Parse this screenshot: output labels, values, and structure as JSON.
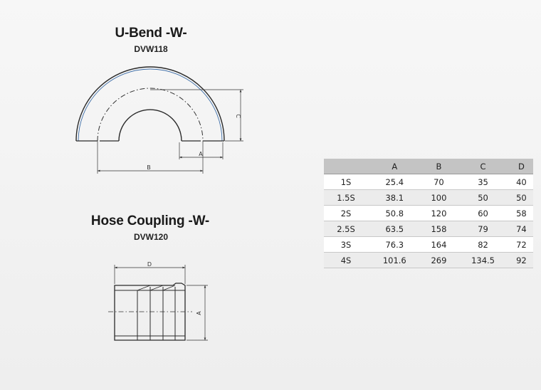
{
  "ubend": {
    "title": "U-Bend -W-",
    "code": "DVW118",
    "dim_a": "A",
    "dim_b": "B",
    "dim_c": "C"
  },
  "coupling": {
    "title": "Hose Coupling -W-",
    "code": "DVW120",
    "dim_d": "D",
    "dim_a": "A"
  },
  "table": {
    "headers": [
      "",
      "A",
      "B",
      "C",
      "D"
    ],
    "rows": [
      [
        "1S",
        "25.4",
        "70",
        "35",
        "40"
      ],
      [
        "1.5S",
        "38.1",
        "100",
        "50",
        "50"
      ],
      [
        "2S",
        "50.8",
        "120",
        "60",
        "58"
      ],
      [
        "2.5S",
        "63.5",
        "158",
        "79",
        "74"
      ],
      [
        "3S",
        "76.3",
        "164",
        "82",
        "72"
      ],
      [
        "4S",
        "101.6",
        "269",
        "134.5",
        "92"
      ]
    ]
  }
}
